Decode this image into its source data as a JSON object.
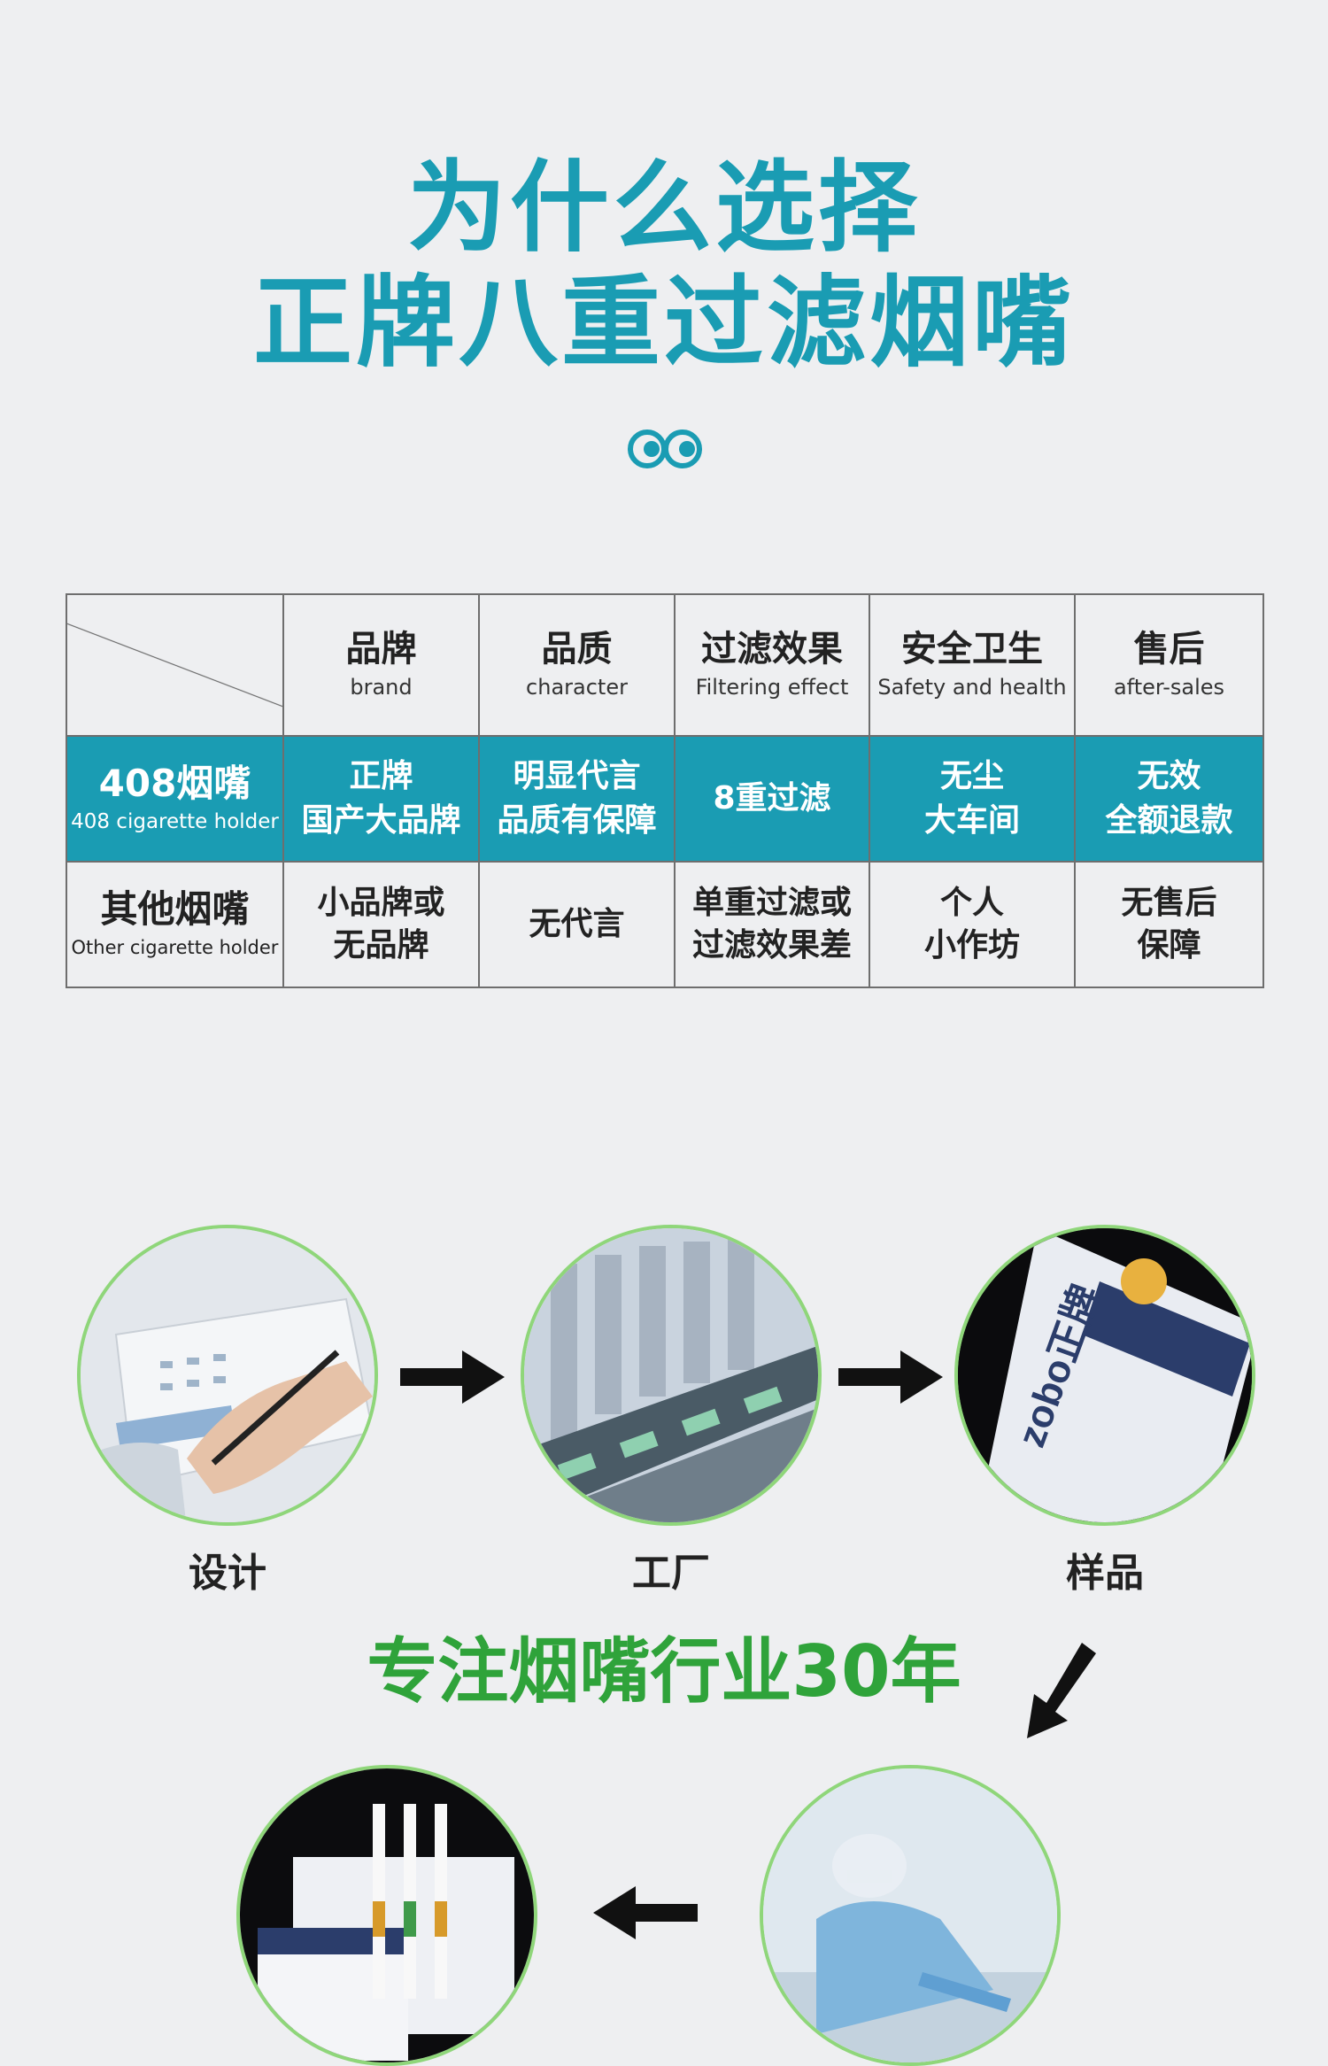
{
  "heading": {
    "line1": "为什么选择",
    "line2": "正牌八重过滤烟嘴"
  },
  "decor": {
    "icon": "eyes-icon",
    "color": "#1a9cb3"
  },
  "comparison": {
    "columns": [
      {
        "zh": "品牌",
        "en": "brand"
      },
      {
        "zh": "品质",
        "en": "character"
      },
      {
        "zh": "过滤效果",
        "en": "Filtering effect"
      },
      {
        "zh": "安全卫生",
        "en": "Safety and health"
      },
      {
        "zh": "售后",
        "en": "after-sales"
      }
    ],
    "row408": {
      "label_zh": "408烟嘴",
      "label_en": "408 cigarette holder",
      "cells": [
        [
          "正牌",
          "国产大品牌"
        ],
        [
          "明显代言",
          "品质有保障"
        ],
        [
          "8重过滤"
        ],
        [
          "无尘",
          "大车间"
        ],
        [
          "无效",
          "全额退款"
        ]
      ]
    },
    "rowOther": {
      "label_zh": "其他烟嘴",
      "label_en": "Other cigarette holder",
      "cells": [
        [
          "小品牌或",
          "无品牌"
        ],
        [
          "无代言"
        ],
        [
          "单重过滤或",
          "过滤效果差"
        ],
        [
          "个人",
          "小作坊"
        ],
        [
          "无售后",
          "保障"
        ]
      ]
    },
    "colors": {
      "highlight": "#1a9cb3",
      "border": "#6e6e6e"
    }
  },
  "process": {
    "steps": [
      "设计",
      "工厂",
      "样品"
    ],
    "slogan": "专注烟嘴行业30年",
    "logo_text": "zobo正牌",
    "colors": {
      "ring": "#8fd67a",
      "slogan": "#2fa33a"
    }
  }
}
